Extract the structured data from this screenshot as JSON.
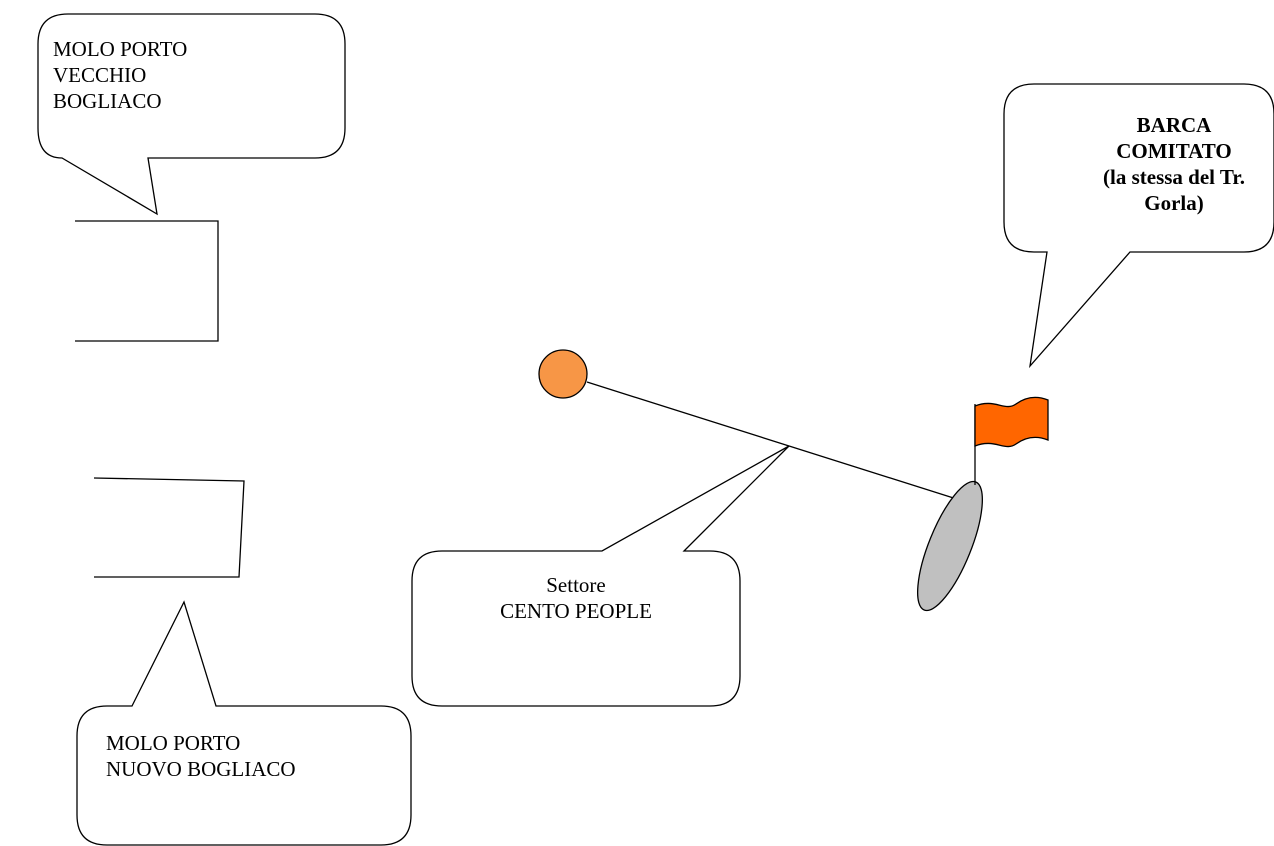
{
  "callouts": {
    "molo_vecchio": {
      "lines": [
        "MOLO PORTO",
        "VECCHIO",
        "BOGLIACO"
      ]
    },
    "molo_nuovo": {
      "lines": [
        "MOLO PORTO",
        "NUOVO BOGLIACO"
      ]
    },
    "settore": {
      "lines": [
        "Settore",
        "CENTO PEOPLE"
      ]
    },
    "barca": {
      "lines": [
        "BARCA",
        "COMITATO",
        "(la stessa del Tr.",
        "Gorla)"
      ]
    }
  },
  "colors": {
    "buoy": "#f79646",
    "flag": "#ff6600",
    "boat": "#c0c0c0",
    "stroke": "#000000"
  }
}
